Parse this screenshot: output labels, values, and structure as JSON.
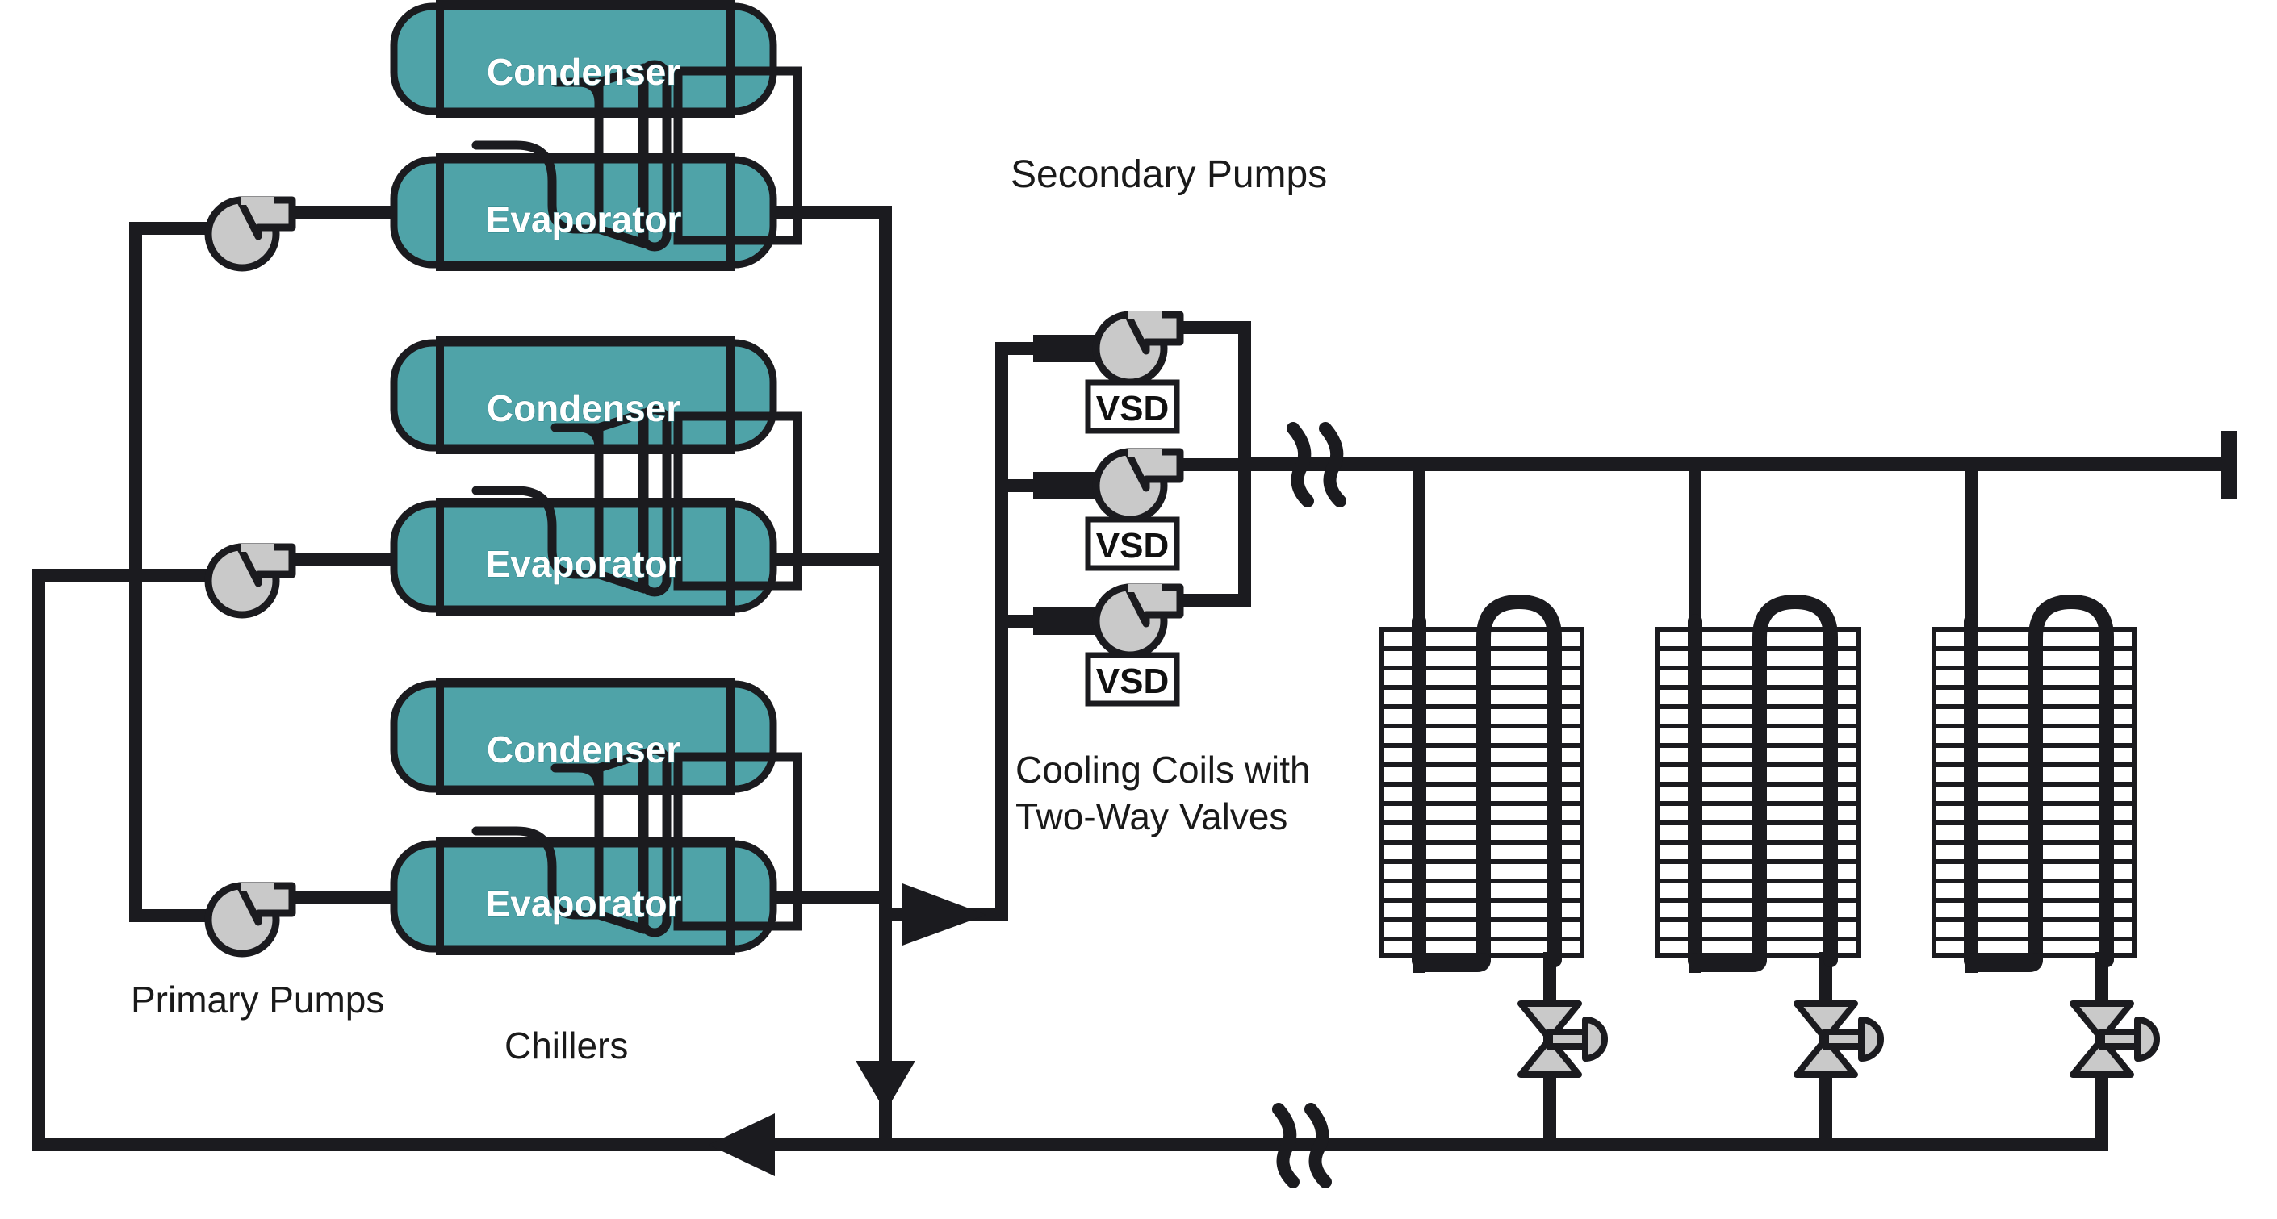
{
  "diagram": {
    "title": "Primary-Secondary Chilled Water Plant Schematic",
    "background": "#ffffff",
    "colors": {
      "vessel_fill": "#4fa3a8",
      "vessel_stroke": "#1b1b1f",
      "pipe": "#1b1b1f",
      "pump_fill": "#c9c9c9",
      "valve_fill": "#c9c9c9",
      "vsd_fill": "#ffffff",
      "label_text": "#1a1a1a",
      "vessel_text": "#ffffff"
    }
  },
  "labels": {
    "secondary_pumps": "Secondary Pumps",
    "cooling_coils_line1": "Cooling Coils with",
    "cooling_coils_line2": "Two-Way Valves",
    "primary_pumps": "Primary Pumps",
    "chillers": "Chillers"
  },
  "chillers": [
    {
      "id": "chiller-1",
      "condenser": "Condenser",
      "evaporator": "Evaporator"
    },
    {
      "id": "chiller-2",
      "condenser": "Condenser",
      "evaporator": "Evaporator"
    },
    {
      "id": "chiller-3",
      "condenser": "Condenser",
      "evaporator": "Evaporator"
    }
  ],
  "primary_pumps": [
    {
      "id": "primary-pump-1"
    },
    {
      "id": "primary-pump-2"
    },
    {
      "id": "primary-pump-3"
    }
  ],
  "secondary_pumps": [
    {
      "id": "secondary-pump-1",
      "vsd_label": "VSD"
    },
    {
      "id": "secondary-pump-2",
      "vsd_label": "VSD"
    },
    {
      "id": "secondary-pump-3",
      "vsd_label": "VSD"
    }
  ],
  "cooling_coils": [
    {
      "id": "cooling-coil-1",
      "valve": "two-way-valve-1"
    },
    {
      "id": "cooling-coil-2",
      "valve": "two-way-valve-2"
    },
    {
      "id": "cooling-coil-3",
      "valve": "two-way-valve-3"
    }
  ],
  "flow_arrows": [
    {
      "id": "supply-arrow-right",
      "direction": "right"
    },
    {
      "id": "bypass-arrow-down",
      "direction": "down"
    },
    {
      "id": "return-arrow-left",
      "direction": "left"
    }
  ],
  "pipe_breaks": [
    {
      "id": "break-supply-main"
    },
    {
      "id": "break-return-main"
    }
  ]
}
